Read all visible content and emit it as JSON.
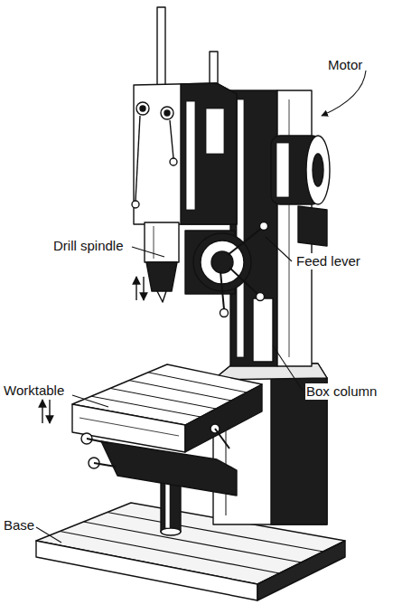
{
  "diagram": {
    "labels": [
      "Motor",
      "Drill spindle",
      "Feed lever",
      "Box column",
      "Worktable",
      "Base"
    ]
  }
}
